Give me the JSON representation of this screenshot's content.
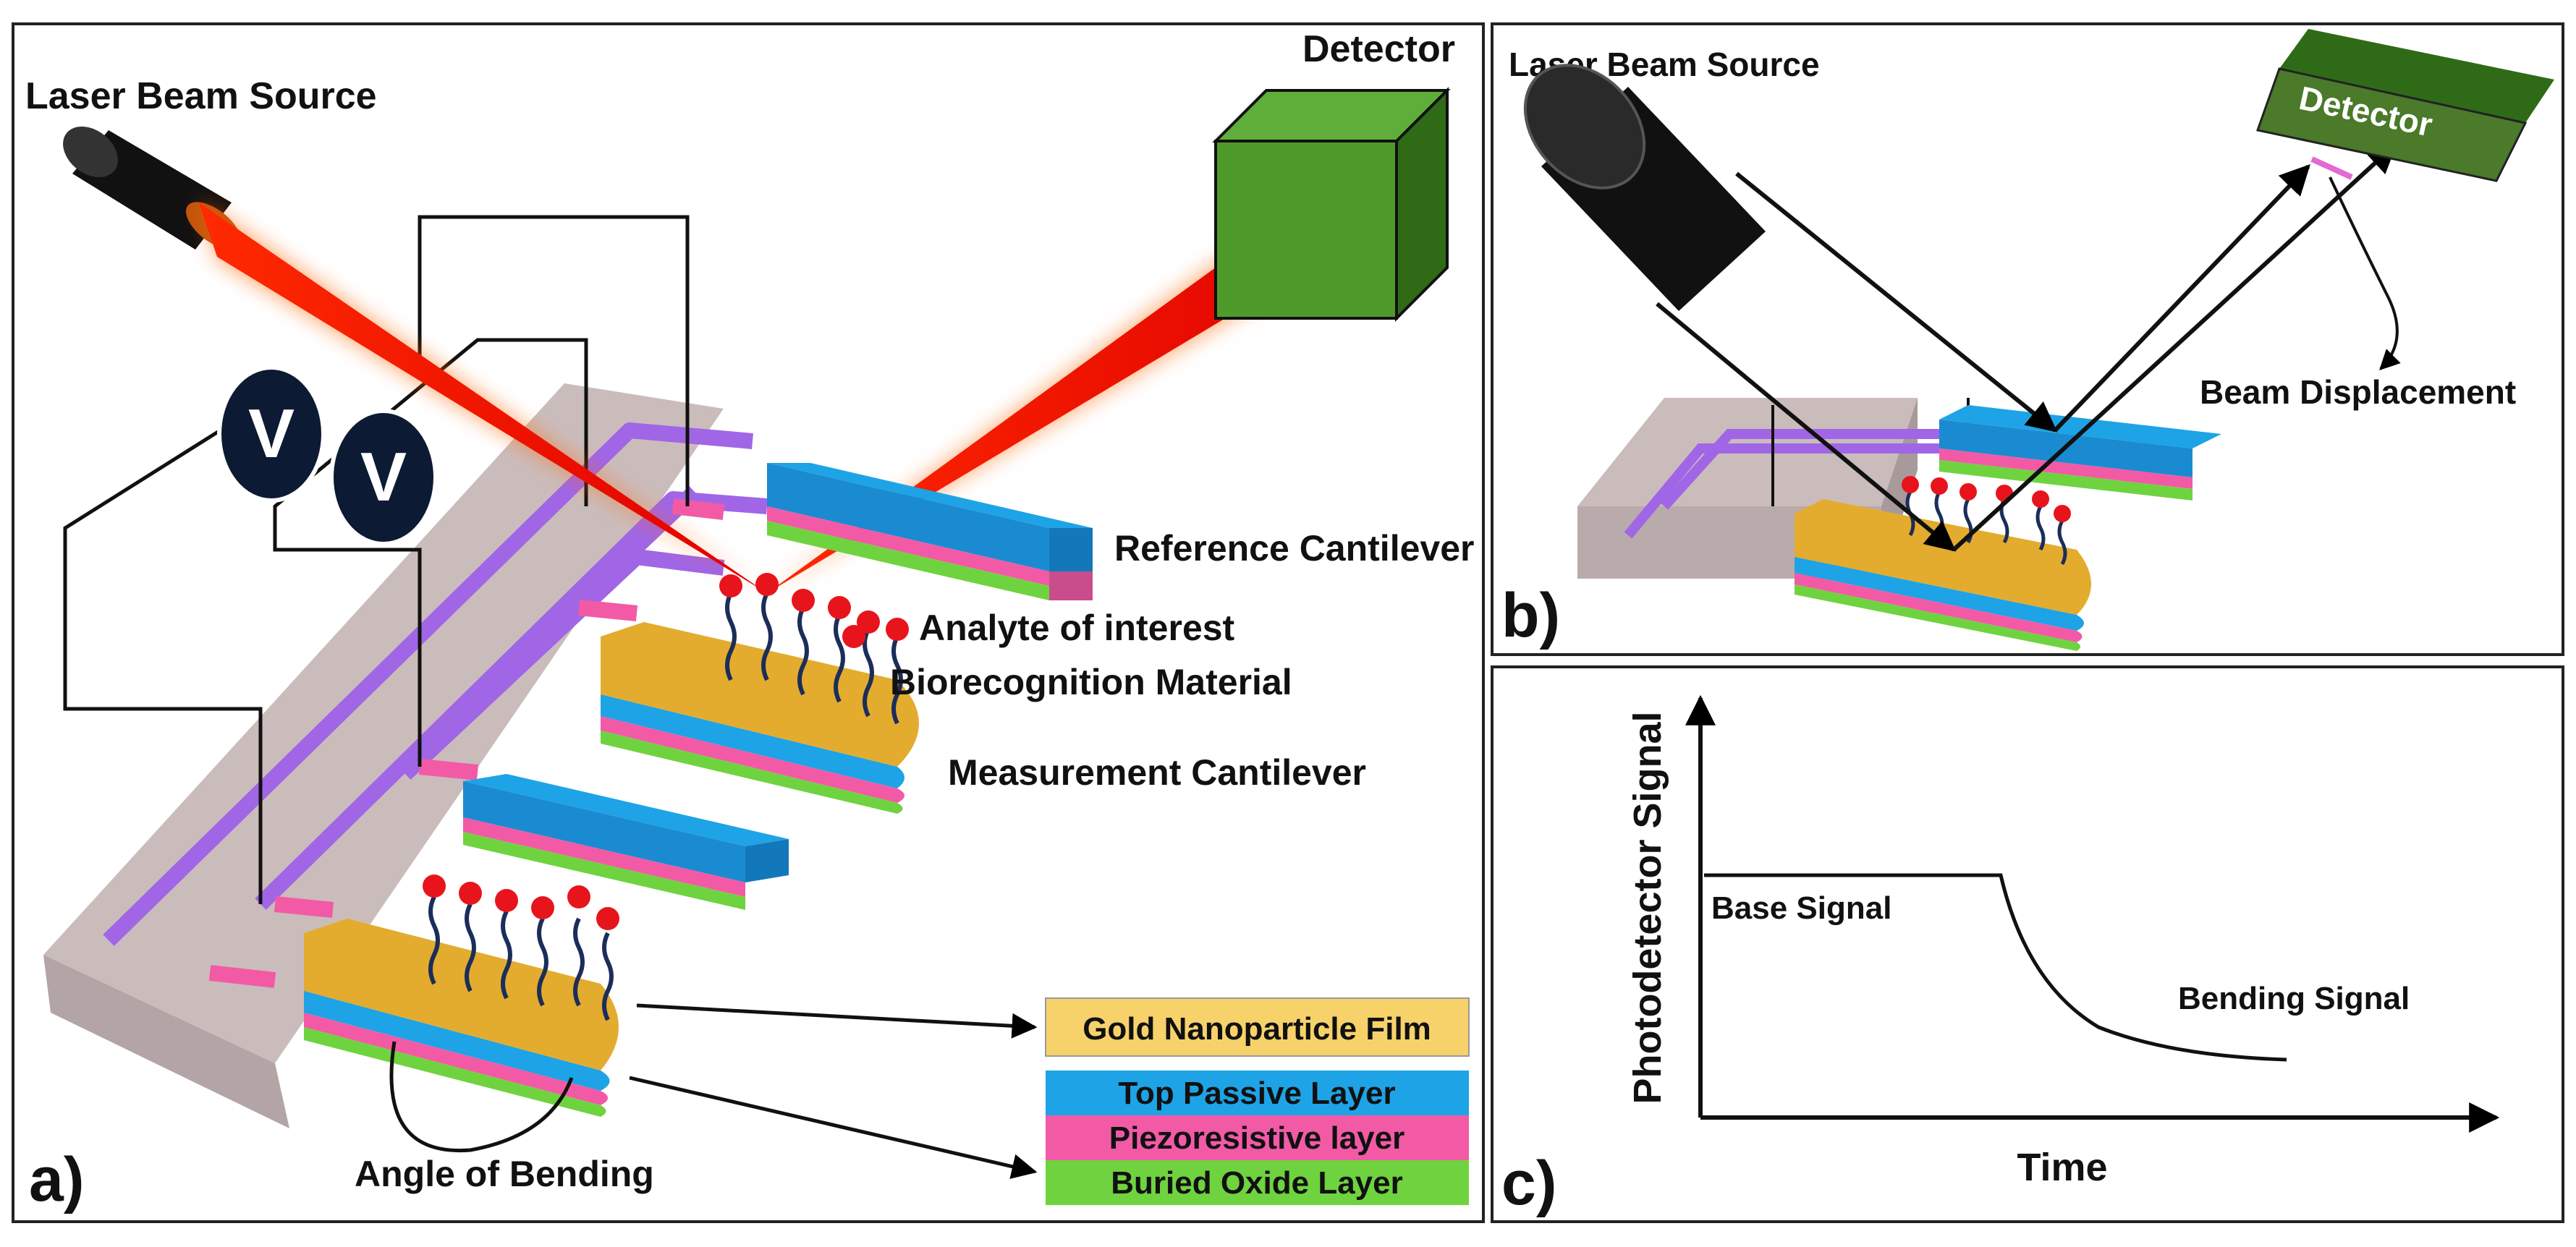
{
  "panel_a": {
    "tag": "a)",
    "laser_label": "Laser Beam Source",
    "detector_label": "Detector",
    "voltmeter_symbol": "V",
    "reference_label": "Reference Cantilever",
    "analyte_label": "Analyte of interest",
    "biorecognition_label": "Biorecognition Material",
    "measurement_label": "Measurement Cantilever",
    "angle_label": "Angle of Bending",
    "legend": [
      {
        "label": "Gold Nanoparticle Film",
        "color": "#f7d26b"
      },
      {
        "label": "Top Passive Layer",
        "color": "#1ea3e6"
      },
      {
        "label": "Piezoresistive layer",
        "color": "#f25aa6"
      },
      {
        "label": "Buried Oxide Layer",
        "color": "#6fd33f"
      }
    ]
  },
  "panel_b": {
    "tag": "b)",
    "laser_label": "Laser Beam Source",
    "detector_label": "Detector",
    "displacement_label": "Beam Displacement"
  },
  "panel_c": {
    "tag": "c)",
    "ylabel": "Photodetector Signal",
    "xlabel": "Time",
    "base_label": "Base Signal",
    "bending_label": "Bending Signal"
  },
  "colors": {
    "gold": "#e3ac2e",
    "blue": "#1ea3e6",
    "pink": "#f25aa6",
    "green": "#6fd33f",
    "trace": "#a066e6",
    "base": "#cdc1c1",
    "laser": "#ff1a00",
    "detector": "#4e9a2a",
    "molecule_head": "#e8141c"
  }
}
